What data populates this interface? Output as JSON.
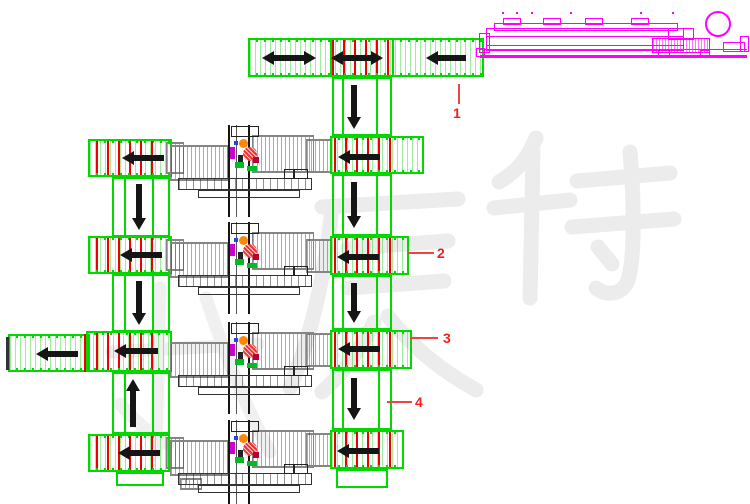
{
  "callouts": [
    {
      "number": "1"
    },
    {
      "number": "2"
    },
    {
      "number": "3"
    },
    {
      "number": "4"
    }
  ],
  "watermark": {
    "characters": [
      "辰",
      "特"
    ]
  },
  "colors": {
    "background": "#ffffff",
    "conveyor_green": "#00d800",
    "roller_red": "#ee0000",
    "station_gray": "#808080",
    "machine_magenta": "#ff00ff",
    "arrow_black": "#151515",
    "callout_red": "#ee2222",
    "watermark_gray": "#ececec"
  }
}
